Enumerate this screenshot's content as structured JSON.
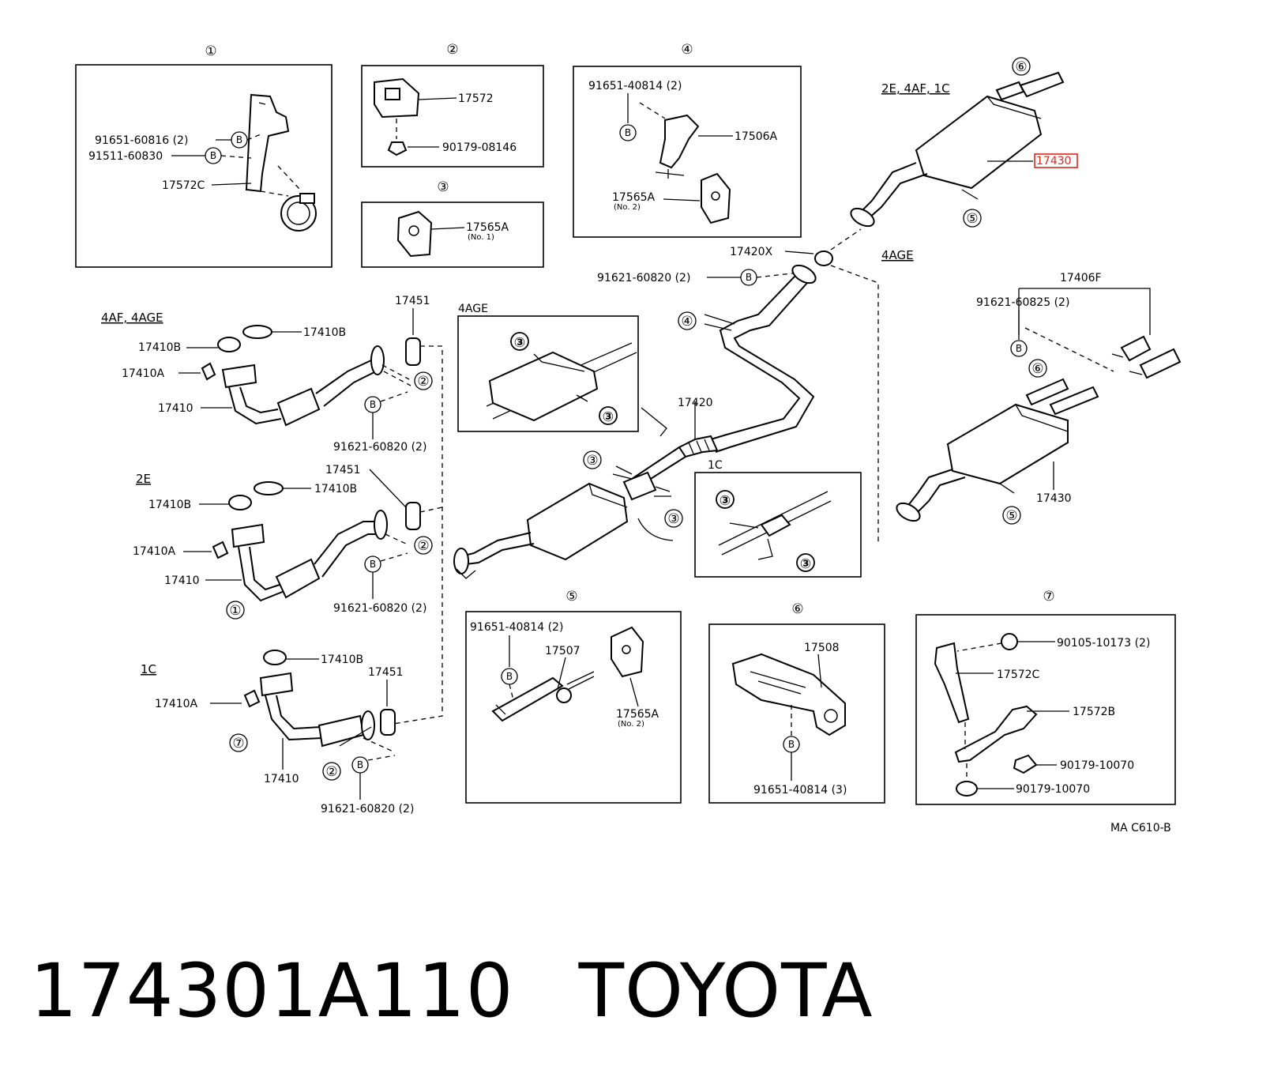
{
  "sections": {
    "s1": "①",
    "s2": "②",
    "s3": "③",
    "s4": "④",
    "s5": "⑤",
    "s6": "⑥",
    "s7": "⑦"
  },
  "bolt_marker": "B",
  "variant_labels": {
    "v_2e_4af_1c": "2E, 4AF, 1C",
    "v_4age_right": "4AGE",
    "v_4af_4age": "4AF, 4AGE",
    "v_2e": "2E",
    "v_1c_left": "1C",
    "v_4age_inset": "4AGE",
    "v_1c_inset": "1C"
  },
  "labels": {
    "b1_bolt_a": "91651-60816 (2)",
    "b1_bolt_b": "91511-60830",
    "b1_bracket": "17572C",
    "b2_mount": "17572",
    "b2_nut": "90179-08146",
    "b3_cushion": "17565A",
    "b3_cushion_note": "(No. 1)",
    "b4_bolt": "91651-40814 (2)",
    "b4_bracket": "17506A",
    "b4_cushion": "17565A",
    "b4_cushion_note": "(No. 2)",
    "tail_pipe": "17430",
    "gasket_x": "17420X",
    "center_bolt": "91621-60820 (2)",
    "tail_4age_kit": "17406F",
    "tail_4age_bolt": "91621-60825 (2)",
    "tail_4age": "17430",
    "exh_gasket_4af": "17451",
    "exh_gasket_4af_b": "17410B",
    "exh_gasket_4af_b2": "17410B",
    "exh_stud_4af": "17410A",
    "exh_pipe_4af": "17410",
    "exh_bolt_4af": "91621-60820 (2)",
    "center_pipe": "17420",
    "exh_gasket_2e": "17451",
    "exh_gasket_2e_b": "17410B",
    "exh_gasket_2e_b2": "17410B",
    "exh_stud_2e": "17410A",
    "exh_pipe_2e": "17410",
    "exh_bolt_2e": "91621-60820 (2)",
    "exh_gasket_1c_b": "17410B",
    "exh_gasket_1c": "17451",
    "exh_stud_1c": "17410A",
    "exh_pipe_1c": "17410",
    "exh_bolt_1c": "91621-60820 (2)",
    "b5_bolt": "91651-40814 (2)",
    "b5_bracket": "17507",
    "b5_cushion": "17565A",
    "b5_cushion_note": "(No. 2)",
    "b6_bracket": "17508",
    "b6_bolt": "91651-40814 (3)",
    "b7_bolt": "90105-10173 (2)",
    "b7_bracket_c": "17572C",
    "b7_bracket_b": "17572B",
    "b7_nut_a": "90179-10070",
    "b7_nut_b": "90179-10070",
    "drawing_code": "MA C610-B"
  },
  "caption": {
    "part_number": "174301A110",
    "brand": "TOYOTA"
  },
  "colors": {
    "line": "#000000",
    "highlight": "#e0261d",
    "background": "#ffffff"
  }
}
